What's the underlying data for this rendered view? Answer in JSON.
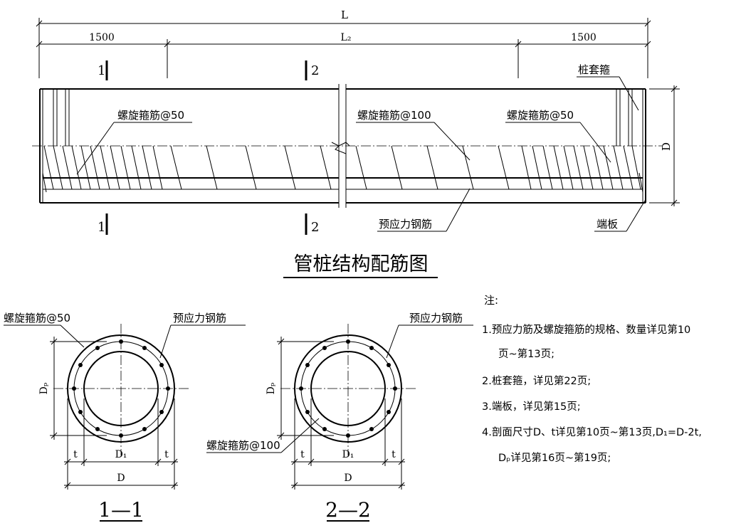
{
  "dims": {
    "total_length": "L",
    "end_length_left": "1500",
    "middle_length": "L₂",
    "end_length_right": "1500",
    "diameter_label": "D"
  },
  "section_marks": {
    "one": "1",
    "two": "2"
  },
  "callouts": {
    "spiral_50_left": "螺旋箍筋@50",
    "spiral_100": "螺旋箍筋@100",
    "spiral_50_right": "螺旋箍筋@50",
    "sleeve_hoop": "桩套箍",
    "prestress_bar": "预应力钢筋",
    "end_plate": "端板"
  },
  "title": "管桩结构配筋图",
  "section_1": {
    "spiral_label": "螺旋箍筋@50",
    "prestress_label": "预应力钢筋",
    "dp_label": "Dₚ",
    "t_left": "t",
    "d1_label": "D₁",
    "t_right": "t",
    "d_label": "D",
    "name": "1—1"
  },
  "section_2": {
    "spiral_label": "螺旋箍筋@100",
    "prestress_label": "预应力钢筋",
    "dp_label": "Dₚ",
    "t_left": "t",
    "d1_label": "D₁",
    "t_right": "t",
    "d_label": "D",
    "name": "2—2"
  },
  "notes": {
    "heading": "注:",
    "lines": [
      "1.预应力筋及螺旋箍筋的规格、数量详见第10",
      "页~第13页;",
      "2.桩套箍，详见第22页;",
      "3.端板，详见第15页;",
      "4.剖面尺寸D、t详见第10页~第13页,D₁=D-2t,",
      "Dₚ详见第16页~第19页;"
    ]
  }
}
